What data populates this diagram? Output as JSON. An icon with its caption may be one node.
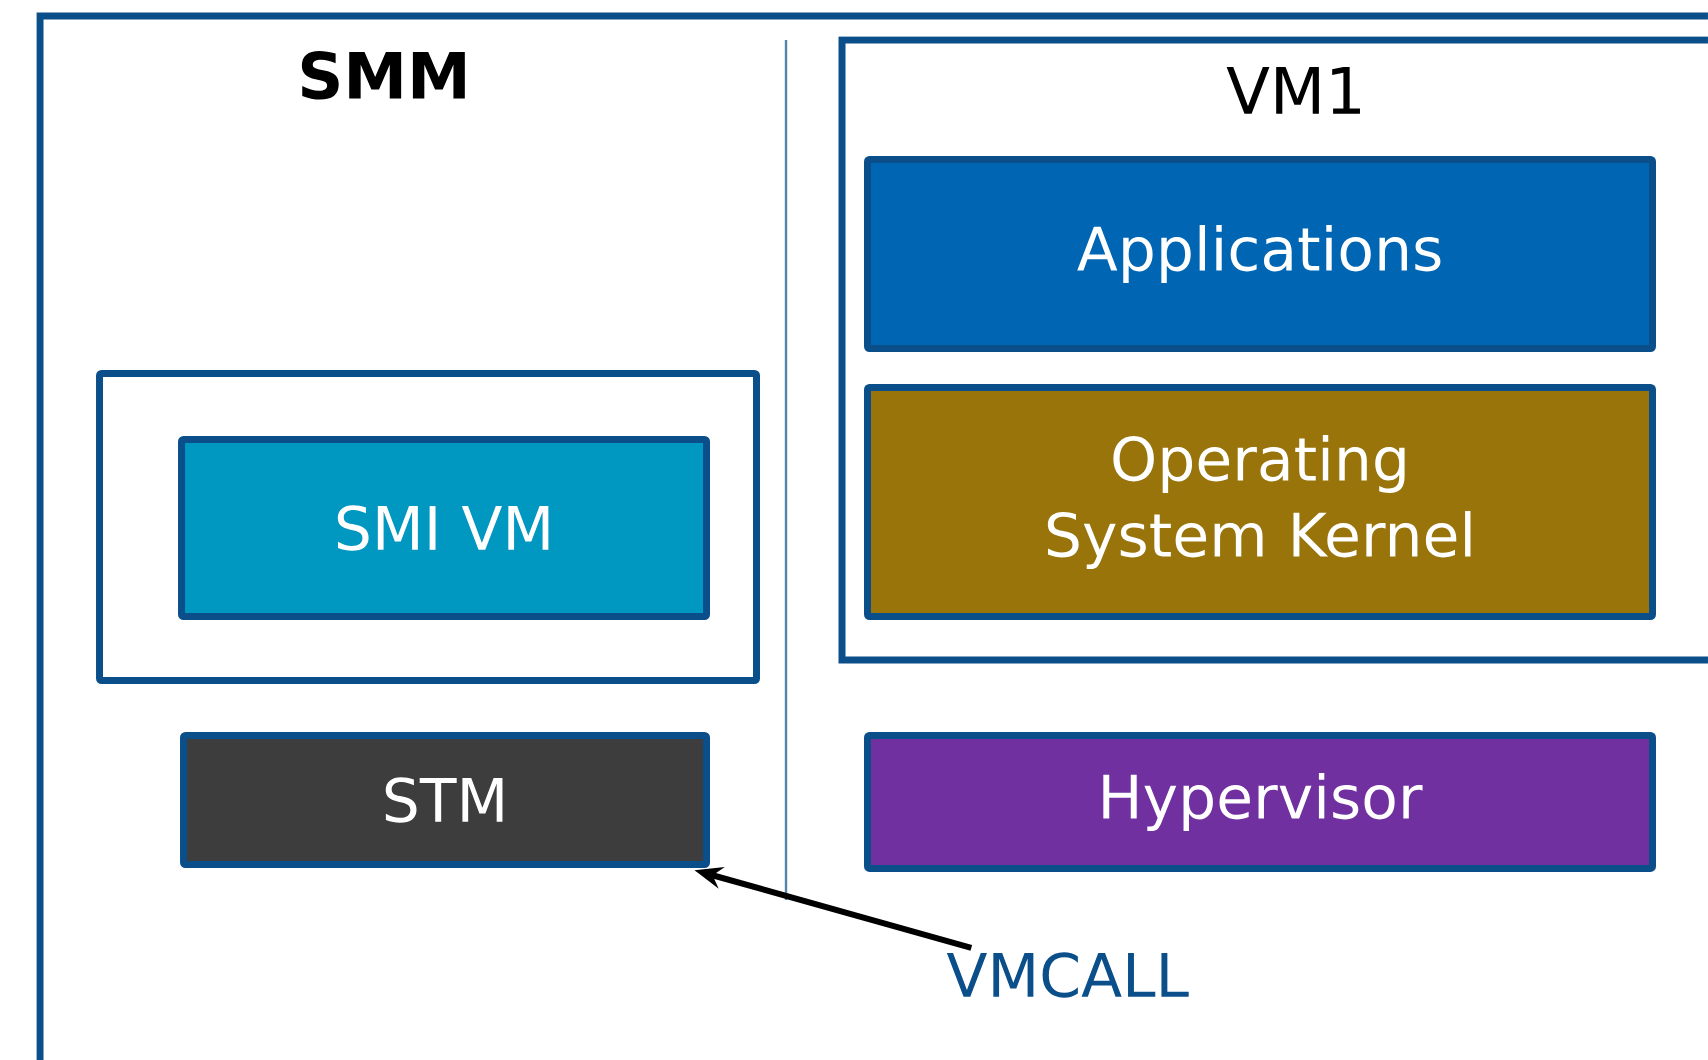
{
  "diagram": {
    "nodes": [
      {
        "text": [
          "SMM"
        ]
      },
      {
        "text": [],
        "shape": "box",
        "in": 0
      },
      {
        "text": [
          "SMI VM"
        ],
        "in": 1
      },
      {
        "text": [
          "STM"
        ],
        "in": 0
      },
      {
        "text": [
          "VM1"
        ],
        "in": 0
      },
      {
        "text": [
          "Applications"
        ],
        "in": 4
      },
      {
        "text": [
          "Operating System Kernel"
        ],
        "in": 4
      },
      {
        "text": [
          "Hypervisor"
        ],
        "in": 0
      },
      {
        "text": [
          "VMCALL"
        ],
        "in": 0
      }
    ],
    "edges": [
      {
        "from": 8,
        "to": 3,
        "arrow": "to"
      }
    ]
  }
}
